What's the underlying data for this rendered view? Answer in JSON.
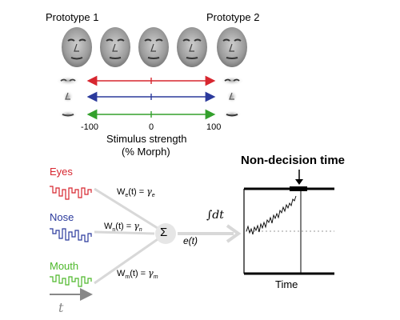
{
  "morph": {
    "prototype_labels": [
      "Prototype 1",
      "Prototype 2"
    ],
    "face_count": 5,
    "axis_ticks": [
      "-100",
      "0",
      "100"
    ],
    "axis_title_line1": "Stimulus strength",
    "axis_title_line2": "(% Morph)",
    "feature_colors": {
      "eyes": "#d7262f",
      "nose": "#2b3a9c",
      "mouth": "#33a02c"
    }
  },
  "model": {
    "inputs": [
      {
        "label": "Eyes",
        "color": "#d7262f"
      },
      {
        "label": "Nose",
        "color": "#2b3a9c"
      },
      {
        "label": "Mouth",
        "color": "#4db82a"
      }
    ],
    "weights": [
      {
        "prefix": "W",
        "sub": "e",
        "mid": "(t) = ",
        "greek": "γ",
        "gsub": "e"
      },
      {
        "prefix": "W",
        "sub": "n",
        "mid": "(t) = ",
        "greek": "γ",
        "gsub": "n"
      },
      {
        "prefix": "W",
        "sub": "m",
        "mid": "(t) = ",
        "greek": "γ",
        "gsub": "m"
      }
    ],
    "sum_symbol": "Σ",
    "evidence_label": "e(t)",
    "integral_label": "∫dt",
    "time_arrow_label": "t"
  },
  "decision": {
    "title": "Non-decision time",
    "xlabel": "Time"
  }
}
